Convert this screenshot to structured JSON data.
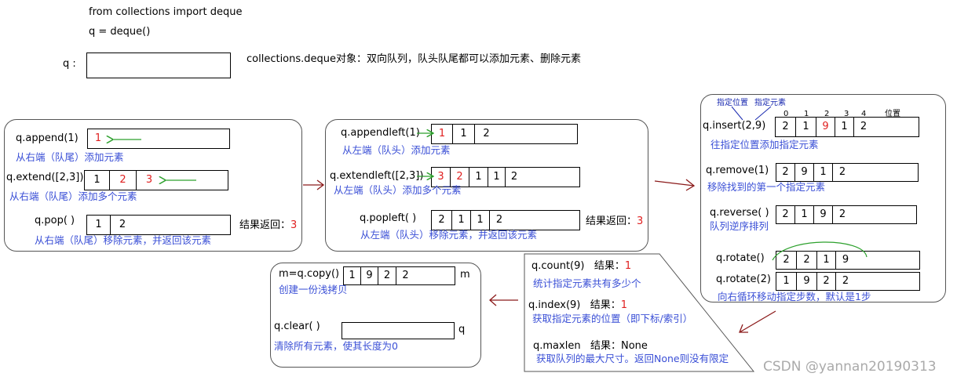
{
  "top": {
    "line1": "from collections import deque",
    "line2": "q = deque()",
    "q_label": "q :",
    "desc": "collections.deque对象：双向队列，队头队尾都可以添加元素、删除元素"
  },
  "panel1": {
    "append": {
      "code": "q.append(1)",
      "cells": [
        "1"
      ],
      "desc": "从右端（队尾）添加元素"
    },
    "extend": {
      "code": "q.extend([2,3])",
      "cells": [
        "1",
        "2",
        "3"
      ],
      "desc": "从右端（队尾）添加多个元素"
    },
    "pop": {
      "code": "q.pop( )",
      "cells": [
        "1",
        "2"
      ],
      "desc": "从右端（队尾）移除元素，并返回该元素",
      "result_label": "结果返回：",
      "result_value": "3"
    }
  },
  "panel2": {
    "appendleft": {
      "code": "q.appendleft(1)",
      "cells": [
        "1",
        "1",
        "2"
      ],
      "desc": "从左端（队头）添加元素"
    },
    "extendleft": {
      "code": "q.extendleft([2,3])",
      "cells": [
        "3",
        "2",
        "1",
        "1",
        "2"
      ],
      "desc": "从左端（队头）添加多个元素"
    },
    "popleft": {
      "code": "q.popleft( )",
      "cells": [
        "2",
        "1",
        "1",
        "2"
      ],
      "desc": "从左端（队头）移除元素，并返回该元素",
      "result_label": "结果返回：",
      "result_value": "3"
    }
  },
  "panel3": {
    "insert": {
      "code": "q.insert(2,9)",
      "note_pos": "指定位置",
      "note_elem": "指定元素",
      "indices": [
        "0",
        "1",
        "2",
        "3",
        "4"
      ],
      "pos_label": "位置",
      "cells": [
        "2",
        "1",
        "9",
        "1",
        "2"
      ],
      "desc": "往指定位置添加指定元素"
    },
    "remove": {
      "code": "q.remove(1)",
      "cells": [
        "2",
        "9",
        "1",
        "2"
      ],
      "desc": "移除找到的第一个指定元素"
    },
    "reverse": {
      "code": "q.reverse( )",
      "cells": [
        "2",
        "1",
        "9",
        "2"
      ],
      "desc": "队列逆序排列"
    },
    "rotate1": {
      "code": "q.rotate()",
      "cells": [
        "2",
        "2",
        "1",
        "9"
      ]
    },
    "rotate2": {
      "code": "q.rotate(2)",
      "cells": [
        "1",
        "9",
        "2",
        "2"
      ],
      "desc": "向右循环移动指定步数，默认是1步"
    }
  },
  "panel4": {
    "count": {
      "code": "q.count(9)",
      "result_label": "结果：",
      "result_value": "1",
      "desc": "统计指定元素共有多少个"
    },
    "index": {
      "code": "q.index(9)",
      "result_label": "结果：",
      "result_value": "1",
      "desc": "获取指定元素的位置（即下标/索引）"
    },
    "maxlen": {
      "code": "q.maxlen",
      "result_label": "结果：",
      "result_value": "None",
      "desc": "获取队列的最大尺寸。返回None则没有限定"
    }
  },
  "panel5": {
    "copy": {
      "code": "m=q.copy()",
      "cells": [
        "1",
        "9",
        "2",
        "2"
      ],
      "var": "m",
      "desc": "创建一份浅拷贝"
    },
    "clear": {
      "code": "q.clear( )",
      "var": "q",
      "desc": "清除所有元素，使其长度为0"
    }
  },
  "watermark": "CSDN @yannan20190313",
  "colors": {
    "accent_blue": "#3a4fd6",
    "highlight_red": "#e02020",
    "arrow_green": "#2ca02c",
    "arrow_darkred": "#8b1a1a"
  }
}
